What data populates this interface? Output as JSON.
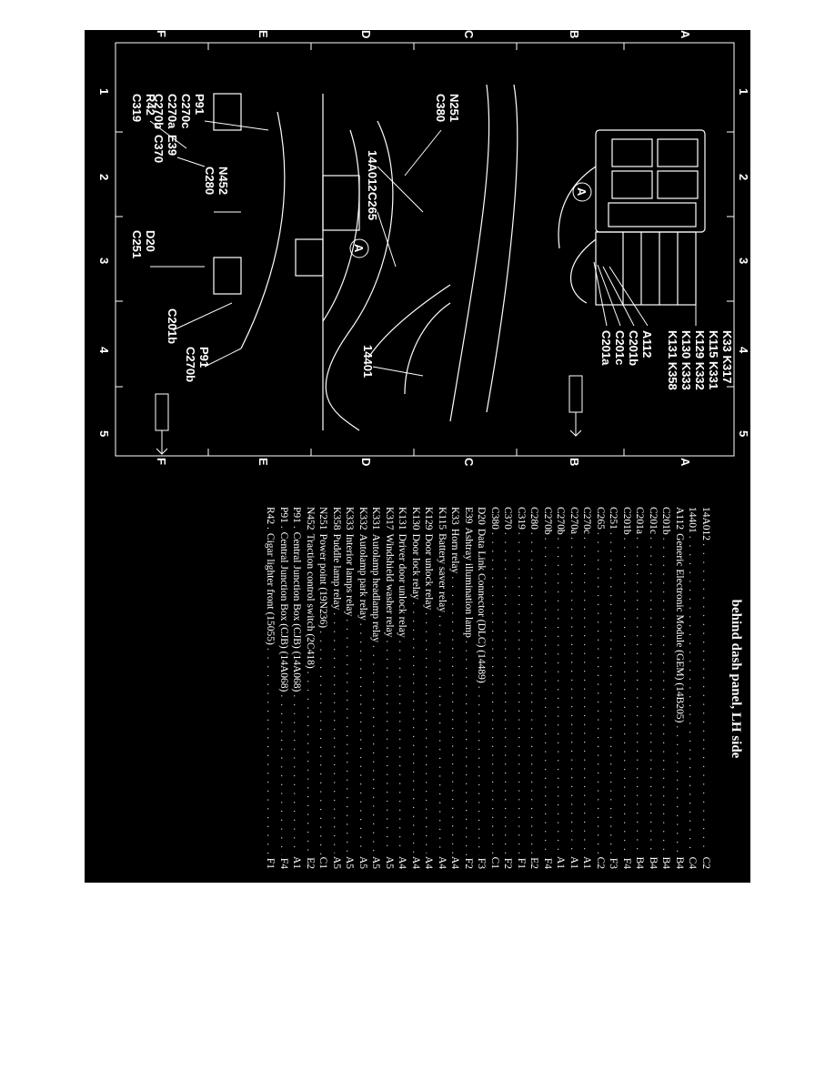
{
  "grid": {
    "columns": [
      "1",
      "2",
      "3",
      "4",
      "5"
    ],
    "rows": [
      "A",
      "B",
      "C",
      "D",
      "E",
      "F"
    ]
  },
  "callouts": {
    "top_inset": {
      "k_group": [
        "K33  K317",
        "K115 K331",
        "K129 K332",
        "K130 K333",
        "K131 K358"
      ],
      "a112": "A112",
      "c201b": "C201b",
      "c201c": "C201c",
      "c201a": "C201a",
      "marker_a": "A"
    },
    "main": {
      "p91_group": [
        "P91",
        "C270c",
        "C270a",
        "C270b"
      ],
      "n251_group": [
        "N251",
        "C380"
      ],
      "r42_group": [
        "R42",
        "C319"
      ],
      "e39_group": [
        "E39",
        "C370"
      ],
      "n452_group": [
        "N452",
        "C280"
      ],
      "d20_group": [
        "D20",
        "C251"
      ],
      "c201b_bottom": "C201b",
      "p91_bottom": [
        "P91",
        "C270b"
      ],
      "14a012": "14A012",
      "c265": "C265",
      "14401": "14401",
      "marker_a": "A"
    }
  },
  "legend": {
    "title": "behind dash panel, LH side",
    "items": [
      {
        "code": "14A012",
        "desc": "",
        "grid": "C2"
      },
      {
        "code": "14401",
        "desc": "",
        "grid": "C4"
      },
      {
        "code": "A112",
        "desc": "Generic Electronic Module (GEM) (14B205)",
        "grid": "B4"
      },
      {
        "code": "C201b",
        "desc": "",
        "grid": "B4"
      },
      {
        "code": "C201c",
        "desc": "",
        "grid": "B4"
      },
      {
        "code": "C201a",
        "desc": "",
        "grid": "B4"
      },
      {
        "code": "C201b",
        "desc": "",
        "grid": "F4"
      },
      {
        "code": "C251",
        "desc": "",
        "grid": "F3"
      },
      {
        "code": "C265",
        "desc": "",
        "grid": "C2"
      },
      {
        "code": "C270c",
        "desc": "",
        "grid": "A1"
      },
      {
        "code": "C270a",
        "desc": "",
        "grid": "A1"
      },
      {
        "code": "C270b",
        "desc": "",
        "grid": "A1"
      },
      {
        "code": "C270b",
        "desc": "",
        "grid": "F4"
      },
      {
        "code": "C280",
        "desc": "",
        "grid": "E2"
      },
      {
        "code": "C319",
        "desc": "",
        "grid": "F1"
      },
      {
        "code": "C370",
        "desc": "",
        "grid": "F2"
      },
      {
        "code": "C380",
        "desc": "",
        "grid": "C1"
      },
      {
        "code": "D20",
        "desc": "Data Link Connector (DLC) (14489)",
        "grid": "F3"
      },
      {
        "code": "E39",
        "desc": "Ashtray illumination lamp",
        "grid": "F2"
      },
      {
        "code": "K33",
        "desc": "Horn relay",
        "grid": "A4"
      },
      {
        "code": "K115",
        "desc": "Battery saver relay",
        "grid": "A4"
      },
      {
        "code": "K129",
        "desc": "Door unlock relay",
        "grid": "A4"
      },
      {
        "code": "K130",
        "desc": "Door lock relay",
        "grid": "A4"
      },
      {
        "code": "K131",
        "desc": "Driver door unlock relay",
        "grid": "A4"
      },
      {
        "code": "K317",
        "desc": "Windshield washer relay",
        "grid": "A5"
      },
      {
        "code": "K331",
        "desc": "Autolamp headlamp relay",
        "grid": "A5"
      },
      {
        "code": "K332",
        "desc": "Autolamp park relay",
        "grid": "A5"
      },
      {
        "code": "K333",
        "desc": "Interior lamps relay",
        "grid": "A5"
      },
      {
        "code": "K358",
        "desc": "Puddle lamp relay",
        "grid": "A5"
      },
      {
        "code": "N251",
        "desc": "Power point (19N236)",
        "grid": "C1"
      },
      {
        "code": "N452",
        "desc": "Traction control switch (2C418)",
        "grid": "E2"
      },
      {
        "code": "P91 .",
        "desc": "Central Junction Box (CJB) (14A068)",
        "grid": "A1"
      },
      {
        "code": "P91 .",
        "desc": "Central Junction Box (CJB) (14A068)",
        "grid": "F4"
      },
      {
        "code": "R42 .",
        "desc": "Cigar lighter front (15055)",
        "grid": "F1"
      }
    ]
  }
}
